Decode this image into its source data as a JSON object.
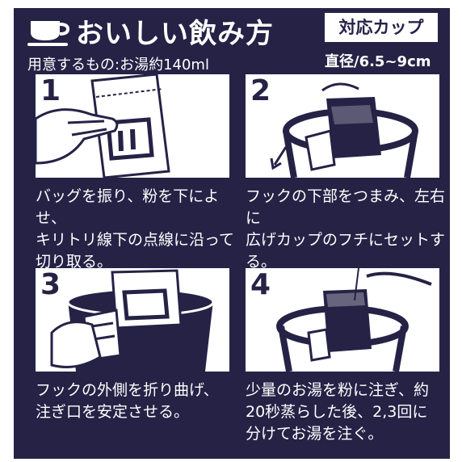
{
  "header": {
    "title": "おいしい飲み方",
    "cup_badge": "対応カップ",
    "requirement": "用意するもの:お湯約140ml",
    "diameter": "直径/6.5~9cm"
  },
  "steps": [
    {
      "num": "1",
      "lines": [
        "バッグを振り、粉を下によせ、",
        "キリトリ線下の点線に沿って",
        "切り取る。"
      ]
    },
    {
      "num": "2",
      "lines": [
        "フックの下部をつまみ、左右に",
        "広げカップのフチにセットする。"
      ]
    },
    {
      "num": "3",
      "lines": [
        "フックの外側を折り曲げ、",
        "注ぎ口を安定させる。"
      ]
    },
    {
      "num": "4",
      "lines": [
        "少量のお湯を粉に注ぎ、約",
        "20秒蒸らした後、2,3回に",
        "分けてお湯を注ぐ。"
      ]
    }
  ],
  "colors": {
    "navy": "#262246",
    "white": "#ffffff"
  }
}
